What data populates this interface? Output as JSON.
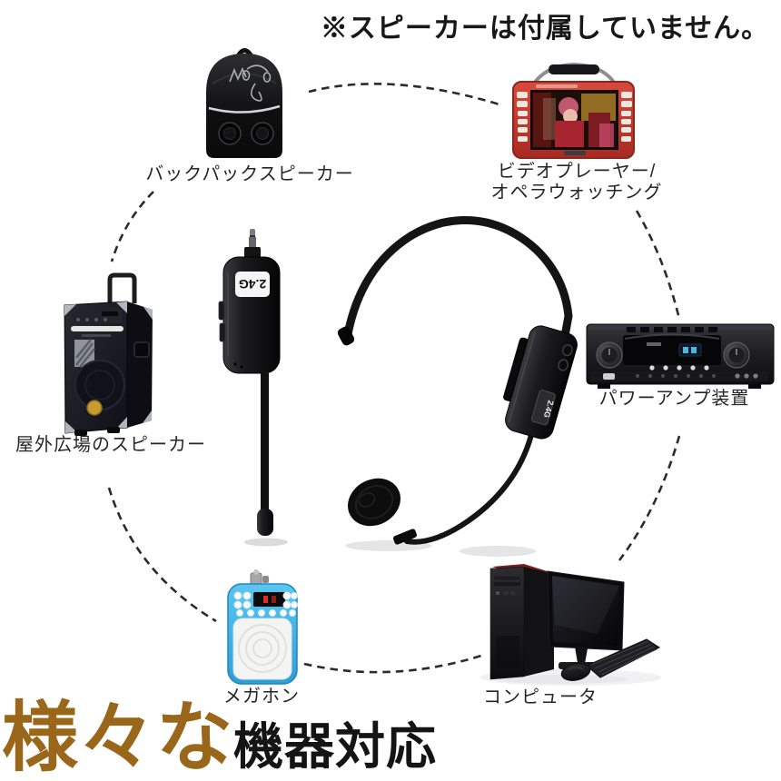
{
  "note": {
    "text": "※スピーカーは付属していません。"
  },
  "headline": {
    "highlight": "様々な",
    "rest": "機器対応"
  },
  "colors": {
    "headline_highlight": "#9a671a",
    "megaphone_blue": "#3fb4e8",
    "video_player_red": "#c23a30",
    "gold_badge": "#c89b33",
    "dashed_line": "#2b2b2b"
  },
  "devices": {
    "backpack": {
      "label": "バックパックスピーカー"
    },
    "video_player": {
      "label_line1": "ビデオプレーヤー/",
      "label_line2": "オペラウォッチング"
    },
    "outdoor_speaker": {
      "label": "屋外広場のスピーカー"
    },
    "amplifier": {
      "label": "パワーアンプ装置"
    },
    "megaphone": {
      "label": "メガホン"
    },
    "computer": {
      "label": "コンピュータ"
    },
    "receiver": {
      "badge": "2.4G"
    },
    "headset": {
      "badge": "2.4G"
    }
  }
}
